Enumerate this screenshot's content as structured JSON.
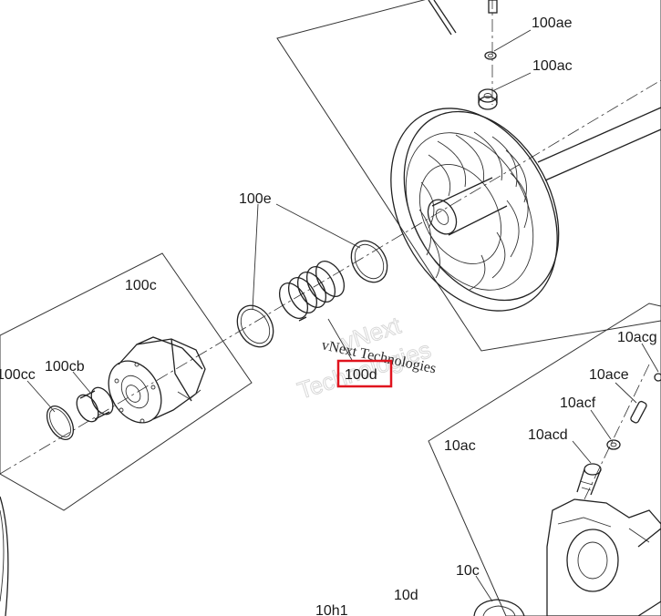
{
  "callouts": {
    "c_100ae": "100ae",
    "c_100ac": "100ac",
    "c_100e": "100e",
    "c_100c": "100c",
    "c_100cc": "100cc",
    "c_100cb": "100cb",
    "c_100d": "100d",
    "c_10acg": "10acg",
    "c_10ace": "10ace",
    "c_10acf": "10acf",
    "c_10acd": "10acd",
    "c_10ac": "10ac",
    "c_10c": "10c",
    "c_10d": "10d",
    "c_10h1": "10h1"
  },
  "watermark": {
    "line1": "vNext Technologies",
    "line2": "vNext",
    "line3": "Technologies"
  },
  "highlight": {
    "target": "100d",
    "color": "#e0141e"
  }
}
